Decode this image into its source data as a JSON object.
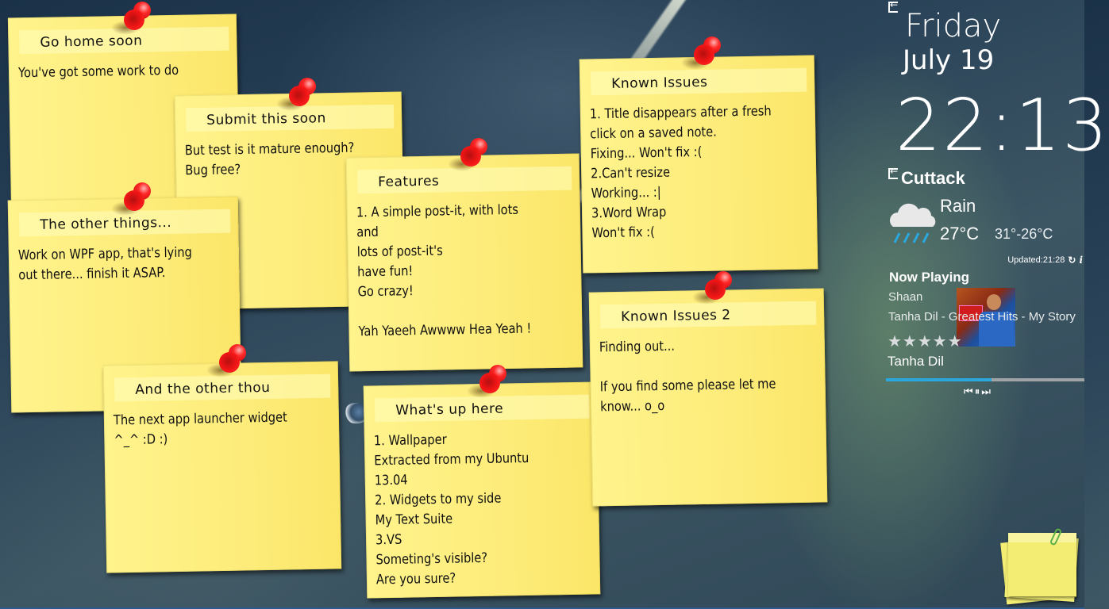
{
  "notes": [
    {
      "title": "Go home soon",
      "body": "You've got some work to do"
    },
    {
      "title": "Submit this soon",
      "body": "But test is it mature enough?\nBug free?"
    },
    {
      "title": "The other things...",
      "body": "Work on WPF app, that's lying\nout there... finish it ASAP."
    },
    {
      "title": "And the other thou",
      "body": "The next app launcher widget\n^_^  :D  :)"
    },
    {
      "title": "Features",
      "body": "1. A simple post-it, with lots and\nlots of post-it's\nhave fun!\nGo crazy!\n\nYah Yaeeh Awwww Hea Yeah !"
    },
    {
      "title": "What's up here",
      "body": "1. Wallpaper\nExtracted from my Ubuntu 13.04\n2. Widgets to my side\nMy Text Suite\n3.VS\nSometing's visible?\nAre you sure?"
    },
    {
      "title": "Known Issues",
      "body": "1. Title disappears after a fresh\n  click on a saved note.\nFixing... Won't fix :(\n2.Can't resize\nWorking... :|\n3.Word Wrap\nWon't fix :("
    },
    {
      "title": "Known Issues 2",
      "body": "Finding out...\n\nIf you find some please let me\nknow... o_o"
    }
  ],
  "clock": {
    "day": "Friday",
    "date": "July 19",
    "time": "22:13"
  },
  "weather": {
    "city": "Cuttack",
    "condition": "Rain",
    "temperature": "27°C",
    "range": "31°-26°C",
    "updated": "Updated:21:28",
    "icon": "cloud-rain-icon",
    "rain_color": "#2aa8de"
  },
  "now_playing": {
    "header": "Now Playing",
    "artist": "Shaan",
    "album": "Tanha Dil - Greatest Hits - My Story",
    "rating": "★★★★★",
    "track": "Tanha Dil",
    "progress_percent": 53,
    "progress_color": "#2aa8de",
    "controls": {
      "prev": "⏮",
      "pause": "⏸",
      "next": "⏭"
    }
  }
}
